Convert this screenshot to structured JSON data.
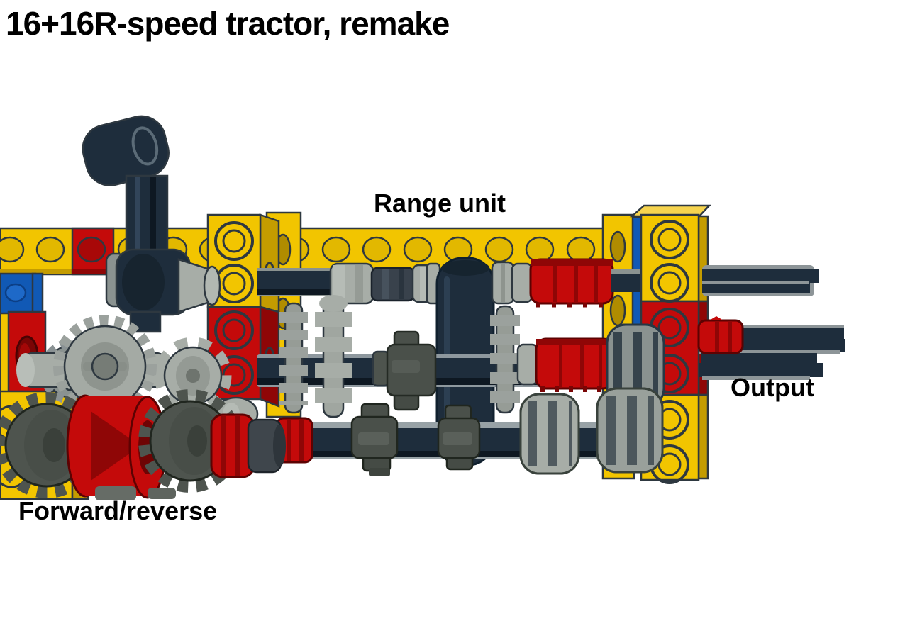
{
  "title": {
    "text": "16+16R-speed tractor, remake"
  },
  "annotations": {
    "range_unit": "Range unit",
    "output": "Output",
    "forward_reverse": "Forward/reverse"
  },
  "figure": {
    "kind": "LEGO Technic gearbox CAD render",
    "labeled_sections": [
      "Range unit",
      "Output",
      "Forward/reverse"
    ]
  },
  "palette": {
    "background": "#FFFFFF",
    "text": "#000000",
    "lego_yellow": "#F2C500",
    "lego_yellow_dark": "#C49C00",
    "lego_yellow_stud": "#E2B800",
    "lego_red": "#C40A0A",
    "lego_red_dark": "#8F0606",
    "lego_blue": "#1159B5",
    "axle_navy": "#1E2D3C",
    "axle_navy_deep": "#0E1822",
    "metal_light": "#A7ADA7",
    "metal_mid": "#8A9290",
    "metal_dark": "#4E544E",
    "outline": "#2E3840"
  }
}
